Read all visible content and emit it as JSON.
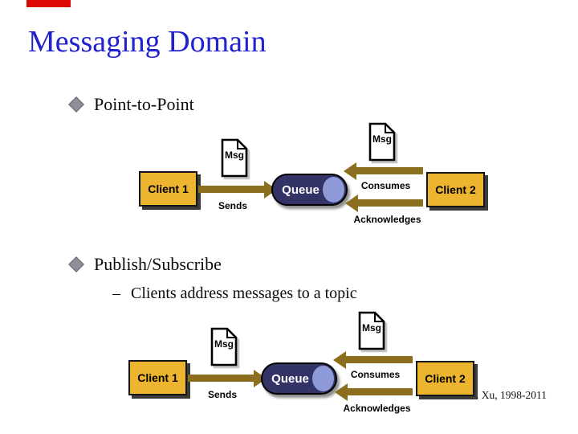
{
  "slide": {
    "title": "Messaging Domain",
    "bullets": [
      {
        "label": "Point-to-Point"
      },
      {
        "label": "Publish/Subscribe"
      }
    ],
    "sub_bullet": {
      "marker": "–",
      "text": "Clients address messages to a topic"
    },
    "footer": ". Xu, 1998-2011"
  },
  "diagrams": [
    {
      "client1_label": "Client 1",
      "msg_label": "Msg",
      "sends_label": "Sends",
      "queue_label": "Queue",
      "consumes_label": "Consumes",
      "acknowledges_label": "Acknowledges",
      "client2_label": "Client 2"
    },
    {
      "client1_label": "Client 1",
      "msg_label": "Msg",
      "sends_label": "Sends",
      "queue_label": "Queue",
      "consumes_label": "Consumes",
      "acknowledges_label": "Acknowledges",
      "client2_label": "Client 2"
    }
  ],
  "colors": {
    "title_text": "#2121CD",
    "accent_bar": "#DD0806",
    "client_box_fill": "#EDB52F",
    "queue_fill": "#333366",
    "queue_cap_fill": "#8F9BD8",
    "arrow_fill": "#8B6F1E",
    "bullet_diamond": "#8F8F98"
  }
}
